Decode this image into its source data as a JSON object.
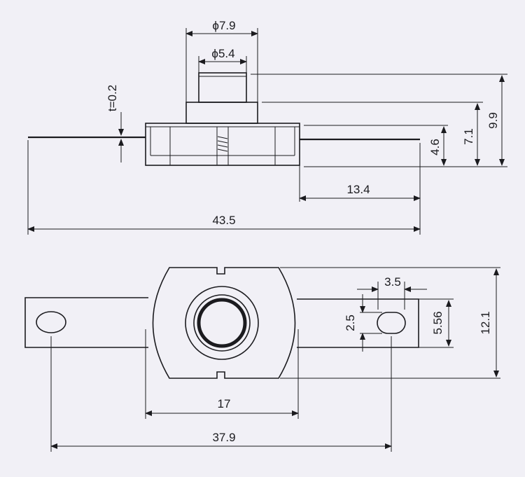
{
  "dimensions": {
    "phi_outer": "ϕ7.9",
    "phi_inner": "ϕ5.4",
    "thickness": "t=0.2",
    "h_9_9": "9.9",
    "h_7_1": "7.1",
    "h_4_6": "4.6",
    "w_13_4": "13.4",
    "w_43_5": "43.5",
    "w_3_5": "3.5",
    "h_2_5": "2.5",
    "h_5_56": "5.56",
    "h_12_1": "12.1",
    "w_17": "17",
    "w_37_9": "37.9"
  },
  "colors": {
    "paper": "#f1f0f6",
    "ink": "#1b1b1f"
  }
}
